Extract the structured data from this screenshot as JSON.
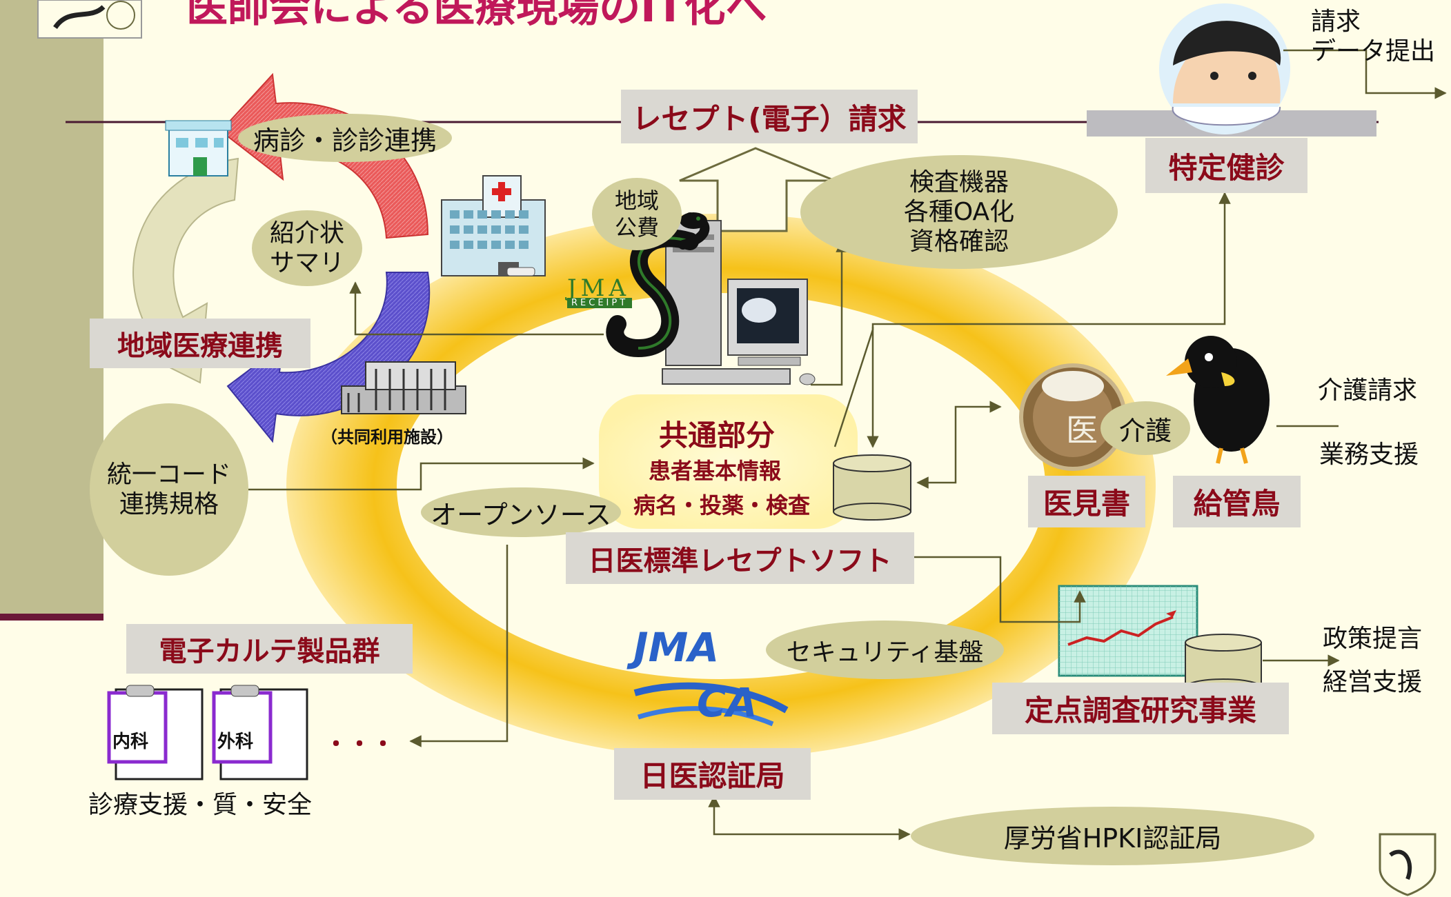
{
  "title": "医師会による医療現場のIT化へ",
  "left_cycle": {
    "top_label": "病診・診診連携",
    "middle_label": "紹介状\nサマリ",
    "main_label": "地域医療連携",
    "facility_caption": "（共同利用施設）"
  },
  "standard": {
    "label": "統一コード\n連携規格"
  },
  "receipt_claim": "レセプト(電子）請求",
  "public_expense": "地域\n公費",
  "jma_logo_text": "JMA",
  "jma_logo_sub": "RECEIPT",
  "common": {
    "title": "共通部分",
    "line1": "患者基本情報",
    "line2": "病名・投薬・検査"
  },
  "inspection": "検査機器\n各種OA化\n資格確認",
  "open_source": "オープンソース",
  "orca_soft": "日医標準レセプトソフト",
  "health_check": {
    "label": "特定健診",
    "side_text": "請求\nデータ提出"
  },
  "care": {
    "bubble": "介護",
    "opinion": "医見書",
    "kyukancho": "給管鳥",
    "right1": "介護請求",
    "right2": "業務支援"
  },
  "emr": {
    "label": "電子カルテ製品群",
    "clip1": "内科",
    "clip2": "外科",
    "dots": "・・・",
    "caption": "診療支援・質・安全"
  },
  "security": "セキュリティ基盤",
  "cert": {
    "label": "日医認証局",
    "hpki": "厚労省HPKI認証局",
    "logo_text1": "JMA",
    "logo_text2": "CA"
  },
  "survey": {
    "label": "定点調査研究事業",
    "right1": "政策提言",
    "right2": "経営支援"
  },
  "colors": {
    "dark_red": "#8b0a1a",
    "olive_oval": "#d2cf9c",
    "tag_gray": "#dad8d2",
    "ring_yellow": "#f6c21a",
    "arrow_red": "#e84a4a",
    "arrow_blue": "#5a4ec9",
    "arrow_cream": "#e4e2bd",
    "left_bar": "#bfbd90",
    "connector": "#5b5a2e"
  }
}
